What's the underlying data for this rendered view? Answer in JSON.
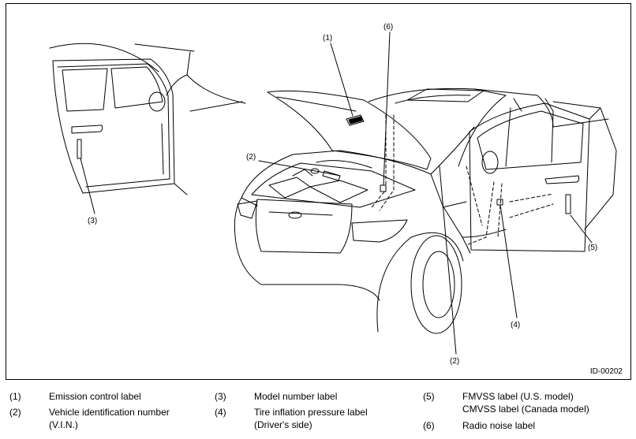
{
  "figure": {
    "id_label": "ID-00202",
    "callouts": {
      "c1": "(1)",
      "c2": "(2)",
      "c2b": "(2)",
      "c3": "(3)",
      "c4": "(4)",
      "c5": "(5)",
      "c6": "(6)"
    }
  },
  "legend": [
    {
      "num": "(1)",
      "lines": [
        "Emission control label"
      ]
    },
    {
      "num": "(2)",
      "lines": [
        "Vehicle identification number",
        "(V.I.N.)"
      ]
    },
    {
      "num": "(3)",
      "lines": [
        "Model number label"
      ]
    },
    {
      "num": "(4)",
      "lines": [
        "Tire inflation pressure label",
        "(Driver's side)"
      ]
    },
    {
      "num": "(5)",
      "lines": [
        "FMVSS label (U.S. model)",
        "CMVSS label (Canada model)"
      ]
    },
    {
      "num": "(6)",
      "lines": [
        "Radio noise label"
      ]
    }
  ]
}
